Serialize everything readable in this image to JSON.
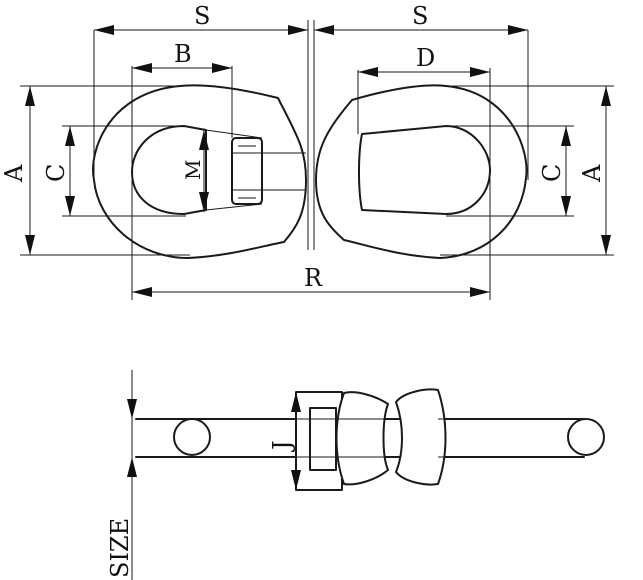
{
  "labels": {
    "S_left": "S",
    "S_right": "S",
    "B": "B",
    "D": "D",
    "A_left": "A",
    "A_right": "A",
    "C_left": "C",
    "C_right": "C",
    "M": "M",
    "R": "R",
    "J": "J",
    "SIZE": "SIZE"
  }
}
